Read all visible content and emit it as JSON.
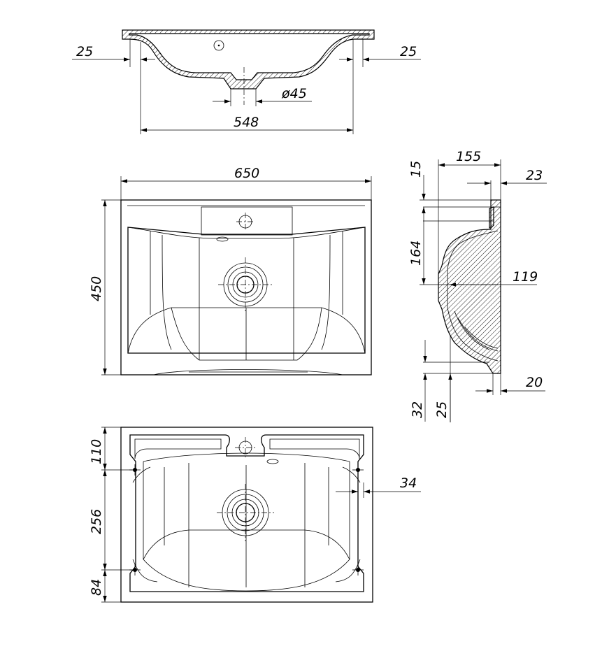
{
  "diagram": {
    "top_view": {
      "dim_left_edge": "25",
      "dim_right_edge": "25",
      "dim_drain": "ø45",
      "dim_bowl_width": "548"
    },
    "front_view": {
      "dim_width": "650",
      "dim_depth": "450"
    },
    "side_view": {
      "dim_top_offset": "15",
      "dim_depth": "155",
      "dim_lip": "23",
      "dim_bowl_height": "164",
      "dim_drain_depth": "119",
      "dim_bottom_right": "20",
      "dim_bottom_left_a": "32",
      "dim_bottom_left_b": "25"
    },
    "bottom_view": {
      "dim_front": "110",
      "dim_middle": "256",
      "dim_back": "84",
      "dim_side": "34"
    }
  }
}
